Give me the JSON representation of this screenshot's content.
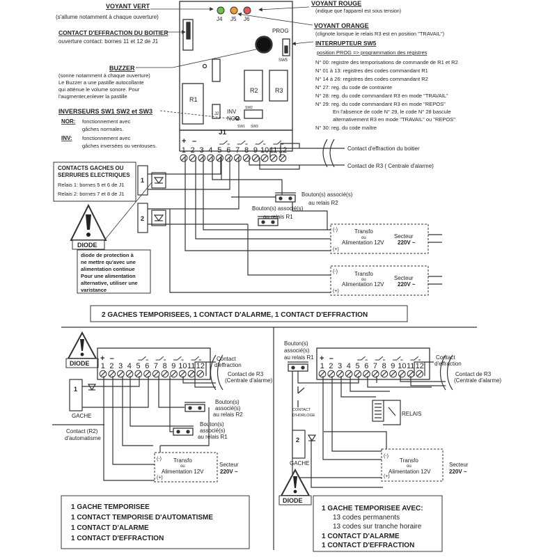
{
  "callouts": {
    "voyant_vert": "VOYANT VERT",
    "voyant_vert_desc": "(s'allume notamment à chaque ouverture)",
    "contact_effraction_title": "CONTACT D'EFFRACTION DU BOITIER",
    "contact_effraction_desc": "ouverture contact: bornes 11 et 12 de J1",
    "buzzer_title": "BUZZER",
    "buzzer_desc": [
      "(sonne notamment à chaque ouverture)",
      "Le Buzzer a une pastille autocollante",
      "qui atténue le volume sonore. Pour",
      "l'augmenter,enlever la pastille"
    ],
    "inverseurs_title": "INVERSEURS SW1 SW2 et SW3",
    "nor_label": "NOR:",
    "nor_desc": [
      "fonctionnement avec",
      "gâches normales."
    ],
    "inv_label": "INV:",
    "inv_desc": [
      "fonctionnement avec",
      "gâches inversées ou ventouses."
    ],
    "voyant_rouge": "VOYANT ROUGE",
    "voyant_rouge_desc": "(indique que l'appareil est sous tension)",
    "voyant_orange": "VOYANT ORANGE",
    "voyant_orange_desc": "(clignote lorsque le relais R3 est en position \"TRAVAIL\")",
    "interrupteur_title": "INTERRUPTEUR SW5",
    "prog_title": "position PROG => programmation des registres",
    "registres": [
      "N° 00: registre des temporisations de commande de R1 et R2",
      "N° 01 à 13: registres des codes commandant R1",
      "N° 14 à 26: registres des codes commandant R2",
      "N° 27: reg. du code de contrainte",
      "N° 28: reg. du code commandant R3 en mode \"TRAVAIL\"",
      "N° 29: reg. du code commandant R3 en mode \"REPOS\"",
      "En l'absence de code N° 29, le code N° 28  bascule",
      "alternativement R3 en mode \"TRAVAIL\"  ou \"REPOS\"",
      "N° 30: reg. du code  maître"
    ]
  },
  "board": {
    "leds": [
      "J4",
      "J5",
      "J6"
    ],
    "prog": "PROG",
    "sw5": "SW5",
    "relays": [
      "R1",
      "R2",
      "R3"
    ],
    "j1": "J1",
    "j2": "J2",
    "inv": "INV",
    "nor": "NOR",
    "sw_labels": [
      "SW2",
      "SW1",
      "SW3"
    ],
    "plus": "+",
    "minus": "–",
    "terminals": [
      "1",
      "2",
      "3",
      "4",
      "5",
      "6",
      "7",
      "8",
      "9",
      "10",
      "11",
      "12"
    ]
  },
  "top": {
    "contact_boitier": "Contact d'effraction du boitier",
    "contact_r3": "Contact de R3 (  Centrale d'alarme)",
    "gaches_box": [
      "CONTACTS GACHES OU",
      "SERRURES ELECTRIQUES",
      "Relais 1: bornes 5 et 6 de J1",
      "Relais 2: bornes 7 et 8 de J1"
    ],
    "gache1": "1",
    "gache2": "2",
    "diode_label": "DIODE",
    "diode_note": [
      "diode de protection à",
      "ne mettre qu'avec une",
      "alimentation continue",
      "Pour une alimentation",
      "alternative, utiliser une",
      "varistance"
    ],
    "bouton_r2": [
      "Bouton(s) associé(s)",
      "au relais R2"
    ],
    "bouton_r1": [
      "Bouton(s) associé(s)",
      "au relais R1"
    ],
    "transfo": [
      "Transfo",
      "ou",
      "Alimentation 12V"
    ],
    "secteur": [
      "Secteur",
      "220V ~"
    ],
    "minus_sign": "(-)",
    "plus_sign": "(+)",
    "caption": "2 GACHES TEMPORISEES, 1 CONTACT D'ALARME, 1 CONTACT D'EFFRACTION"
  },
  "bottom_left": {
    "diode_label": "DIODE",
    "gache": "GACHE",
    "gache_num": "1",
    "contact_effraction": [
      "Contact",
      "d'effraction"
    ],
    "contact_r3": [
      "Contact de R3",
      "(Centrale d'alarme)"
    ],
    "bouton_r2": [
      "Bouton(s)",
      "associé(s)",
      "au relais R2"
    ],
    "bouton_r1": [
      "Bouton(s)",
      "associé(s)",
      "au relais R1"
    ],
    "contact_r2": [
      "Contact (R2)",
      "d'automatisme"
    ],
    "transfo": [
      "Transfo",
      "ou",
      "Alimentation 12V"
    ],
    "secteur": [
      "Secteur",
      "220V ~"
    ],
    "caption": [
      "1 GACHE TEMPORISEE",
      "1 CONTACT TEMPORISE D'AUTOMATISME",
      "1 CONTACT D'ALARME",
      "1 CONTACT D'EFFRACTION"
    ]
  },
  "bottom_right": {
    "bouton_r1": [
      "Bouton(s)",
      "associé(s)",
      "au relais R1"
    ],
    "contact_effraction": [
      "Contact",
      "d'effraction"
    ],
    "contact_r3": [
      "Contact de R3",
      "(Centrale d'alarme)"
    ],
    "contact_horloge": [
      "CONTACT",
      "D'HORLOGE"
    ],
    "relais": "RELAIS",
    "gache": "GACHE",
    "gache_num": "2",
    "diode_label": "DIODE",
    "transfo": [
      "Transfo",
      "ou",
      "Alimentation 12V"
    ],
    "secteur": [
      "Secteur",
      "220V ~"
    ],
    "caption": [
      "1 GACHE TEMPORISEE AVEC:",
      "13 codes permanents",
      "13 codes  sur tranche horaire",
      "1 CONTACT D'ALARME",
      "1 CONTACT D'EFFRACTION"
    ]
  }
}
